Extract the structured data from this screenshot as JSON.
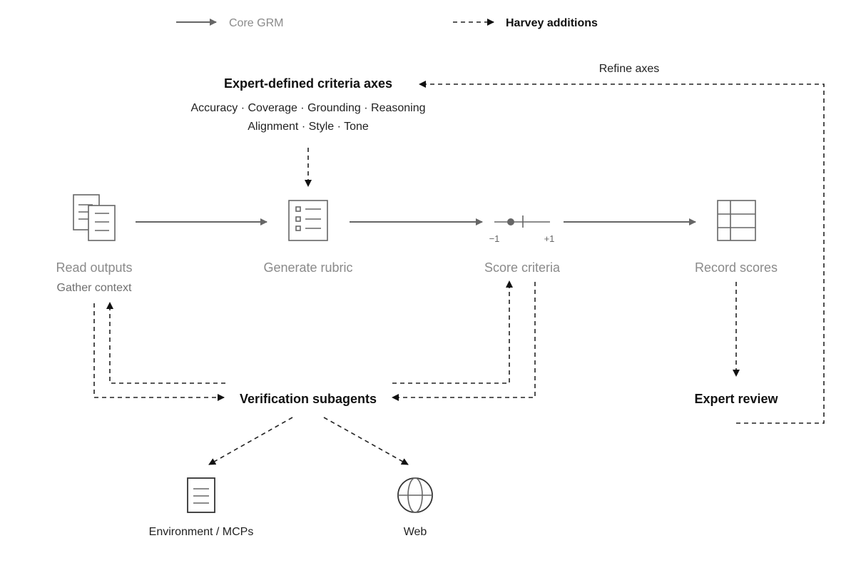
{
  "legend": {
    "core": "Core GRM",
    "harvey": "Harvey additions"
  },
  "criteria": {
    "title": "Expert-defined criteria axes",
    "line1": "Accuracy · Coverage · Grounding · Reasoning",
    "line2": "Alignment · Style · Tone"
  },
  "refine_label": "Refine axes",
  "steps": {
    "read": {
      "label": "Read outputs",
      "sublabel": "Gather context",
      "icon": "documents-icon"
    },
    "rubric": {
      "label": "Generate rubric",
      "icon": "checklist-icon"
    },
    "score": {
      "label": "Score criteria",
      "icon": "slider-icon",
      "tick_min": "−1",
      "tick_max": "+1"
    },
    "record": {
      "label": "Record scores",
      "icon": "table-icon"
    }
  },
  "verification": {
    "label": "Verification subagents"
  },
  "expert_review": {
    "label": "Expert review"
  },
  "tools": {
    "env": {
      "label": "Environment / MCPs",
      "icon": "document-icon"
    },
    "web": {
      "label": "Web",
      "icon": "globe-icon"
    }
  },
  "colors": {
    "core_line": "#666666",
    "addition_line": "#222222",
    "gray_text": "#8a8a8a"
  }
}
